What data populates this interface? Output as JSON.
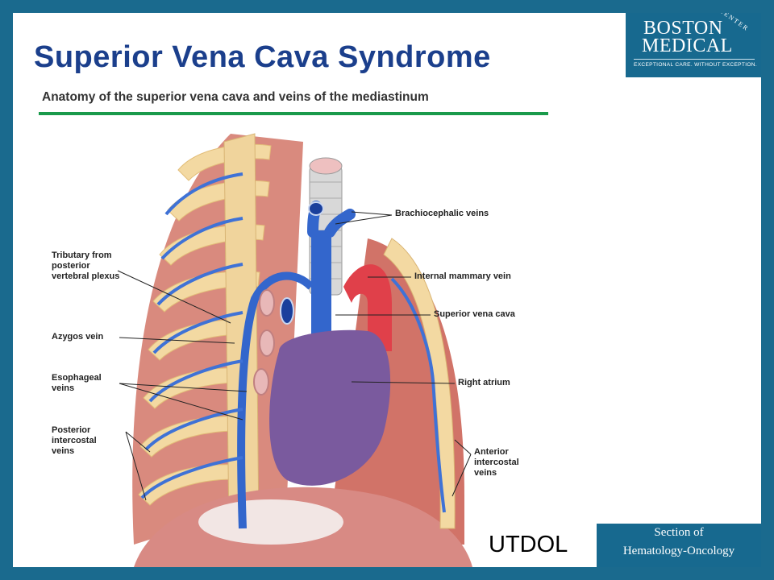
{
  "slide": {
    "title": "Superior Vena Cava Syndrome",
    "figure_heading": "Anatomy of the superior vena cava and veins of the mediastinum",
    "credit": "UTDOL"
  },
  "logo": {
    "center": "CENTER",
    "line1": "BOSTON",
    "line2": "MEDICAL",
    "tagline": "EXCEPTIONAL CARE. WITHOUT EXCEPTION."
  },
  "footer": {
    "line1": "Section of",
    "line2": "Hematology-Oncology"
  },
  "labels": {
    "brachiocephalic_veins": "Brachiocephalic veins",
    "internal_mammary_vein": "Internal mammary vein",
    "superior_vena_cava": "Superior vena cava",
    "right_atrium": "Right atrium",
    "anterior_intercostal_veins": "Anterior\nintercostal\nveins",
    "tributary": "Tributary from\nposterior\nvertebral plexus",
    "azygos_vein": "Azygos vein",
    "esophageal_veins": "Esophageal\nveins",
    "posterior_intercostal_veins": "Posterior\nintercostal\nveins"
  },
  "colors": {
    "border": "#1a6a8e",
    "title": "#1b3f8c",
    "rule": "#1a9a4b",
    "vein": "#3366cc",
    "artery": "#e0404a",
    "heart": "#7a5a9e"
  }
}
